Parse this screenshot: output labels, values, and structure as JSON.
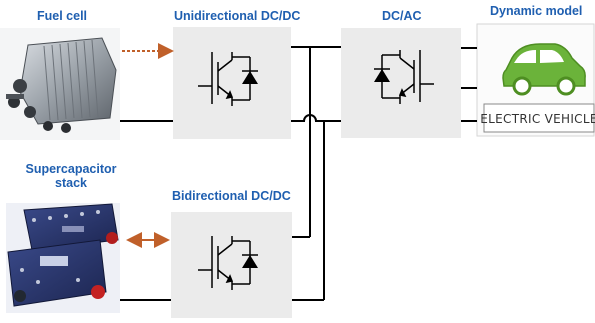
{
  "labels": {
    "fuel_cell": "Fuel cell",
    "unidirectional": "Unidirectional DC/DC",
    "dcac": "DC/AC",
    "dynamic_model": "Dynamic model",
    "supercap_line1": "Supercapacitor",
    "supercap_line2": "stack",
    "bidirectional": "Bidirectional DC/DC"
  },
  "ev_badge_text": "ELECTRIC VEHICLE",
  "colors": {
    "label_blue": "#1f5fb0",
    "arrow_orange": "#c0602a",
    "converter_box": "#ebebeb",
    "car_green": "#6bb33a",
    "wire": "#000000"
  },
  "icons": {
    "fuel_cell_image": "fuel-cell-stack-photo",
    "supercap_image": "supercapacitor-modules-photo",
    "car_image": "electric-car-icon",
    "switch_symbol": "igbt-diode-symbol"
  }
}
